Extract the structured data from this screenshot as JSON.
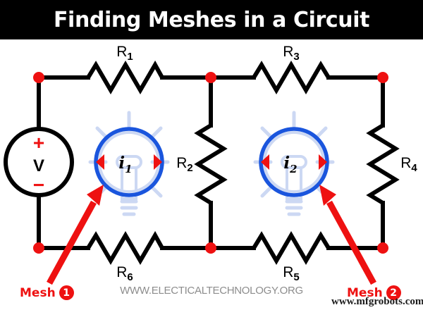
{
  "title": {
    "text": "Finding Meshes in a Circuit"
  },
  "circuit": {
    "source": {
      "name": "voltage-source",
      "label": "V",
      "plus": "+",
      "minus": "−"
    },
    "resistors": [
      {
        "id": "R1",
        "base": "R",
        "sub": "1"
      },
      {
        "id": "R2",
        "base": "R",
        "sub": "2"
      },
      {
        "id": "R3",
        "base": "R",
        "sub": "3"
      },
      {
        "id": "R4",
        "base": "R",
        "sub": "4"
      },
      {
        "id": "R5",
        "base": "R",
        "sub": "5"
      },
      {
        "id": "R6",
        "base": "R",
        "sub": "6"
      }
    ],
    "mesh_currents": [
      {
        "id": "i1",
        "base": "i",
        "sub": "1"
      },
      {
        "id": "i2",
        "base": "i",
        "sub": "2"
      }
    ],
    "node_count": 6
  },
  "annotations": {
    "mesh1": {
      "label": "Mesh",
      "number": "1"
    },
    "mesh2": {
      "label": "Mesh",
      "number": "2"
    }
  },
  "watermarks": {
    "site": "WWW.ELECTICALTECHNOLOGY.ORG",
    "brand": "www.mfgrobots.com"
  },
  "colors": {
    "banner_bg": "#000000",
    "banner_text": "#ffffff",
    "wire": "#000000",
    "node": "#ee1111",
    "mesh_ring": "#1a55dd",
    "bulb_watermark": "#ccd8f3",
    "annotation": "#ee1111",
    "site_watermark": "#8d8d8d"
  }
}
